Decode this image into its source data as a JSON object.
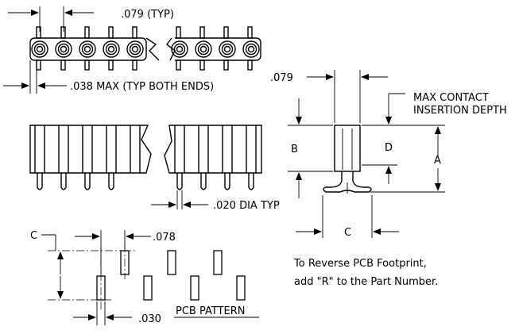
{
  "dimensions": {
    "pitch_label": ".079 (TYP)",
    "max_end_label": ".038 MAX (TYP BOTH ENDS)",
    "side_width_label": ".079",
    "dia_label": ".020 DIA TYP",
    "pad_width_label": ".078",
    "pad_spacing_label": ".030",
    "c_left_label": "C",
    "b_label": "B",
    "d_label": "D",
    "a_label": "A",
    "c_side_label": "C"
  },
  "notes": {
    "max_contact_line1": "MAX CONTACT",
    "max_contact_line2": "INSERTION DEPTH",
    "reverse_line1": "To Reverse PCB Footprint,",
    "reverse_line2": "add \"R\" to the Part Number.",
    "pcb_pattern_title": "PCB PATTERN"
  }
}
